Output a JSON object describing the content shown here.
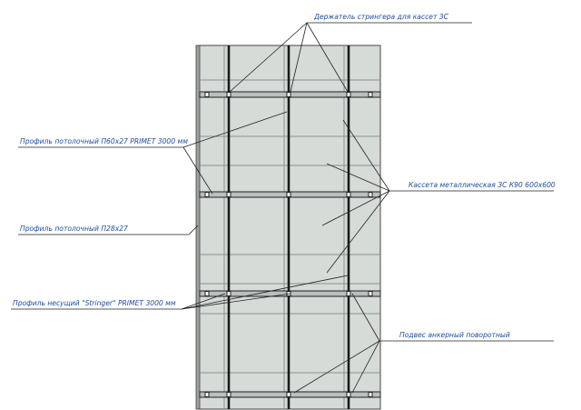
{
  "labels": {
    "stringer_holder": "Держатель стрингера для кассет ЗС",
    "profile_p60": "Профиль потолочный П60х27 PRIMET 3000 мм",
    "cassette": "Кассета металлическая ЗС К90 600х600",
    "profile_p28": "Профиль потолочный П28х27",
    "stringer_profile": "Профиль несущий \"Stringer\" PRIMET 3000 мм",
    "anchor_hanger": "Подвес анкерный поворотный"
  },
  "colors": {
    "panel": "#d6dbd8",
    "frame": "#1a1a1a",
    "rail": "#b9c0bd",
    "callout_line": "#222222",
    "callout_text": "#1c4fa3"
  }
}
